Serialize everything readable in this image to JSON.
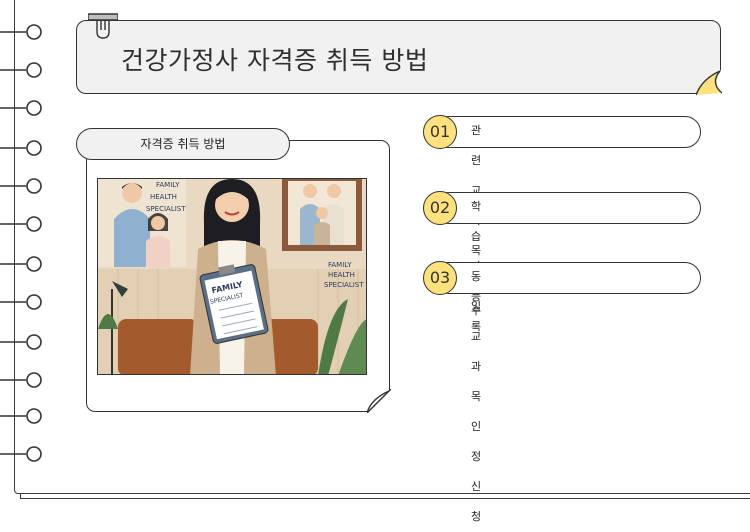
{
  "page": {
    "title": "건강가정사 자격증 취득 방법"
  },
  "card": {
    "tab_label": "자격증 취득 방법",
    "illustration": {
      "badge_left": "FAMILY HEALTH SPECIALIST",
      "badge_right": "FAMILY HEALTH SPECIALIST",
      "clipboard_text": "FAMILY SPECIALIST"
    }
  },
  "steps": [
    {
      "number": "01",
      "label": "관련 교과목 이수"
    },
    {
      "number": "02",
      "label": "학습자 등록"
    },
    {
      "number": "03",
      "label": "동일 교과목 인정 신청"
    }
  ],
  "colors": {
    "accent_yellow": "#fce17c",
    "card_fill": "#f1f1f1",
    "outline": "#333333"
  }
}
